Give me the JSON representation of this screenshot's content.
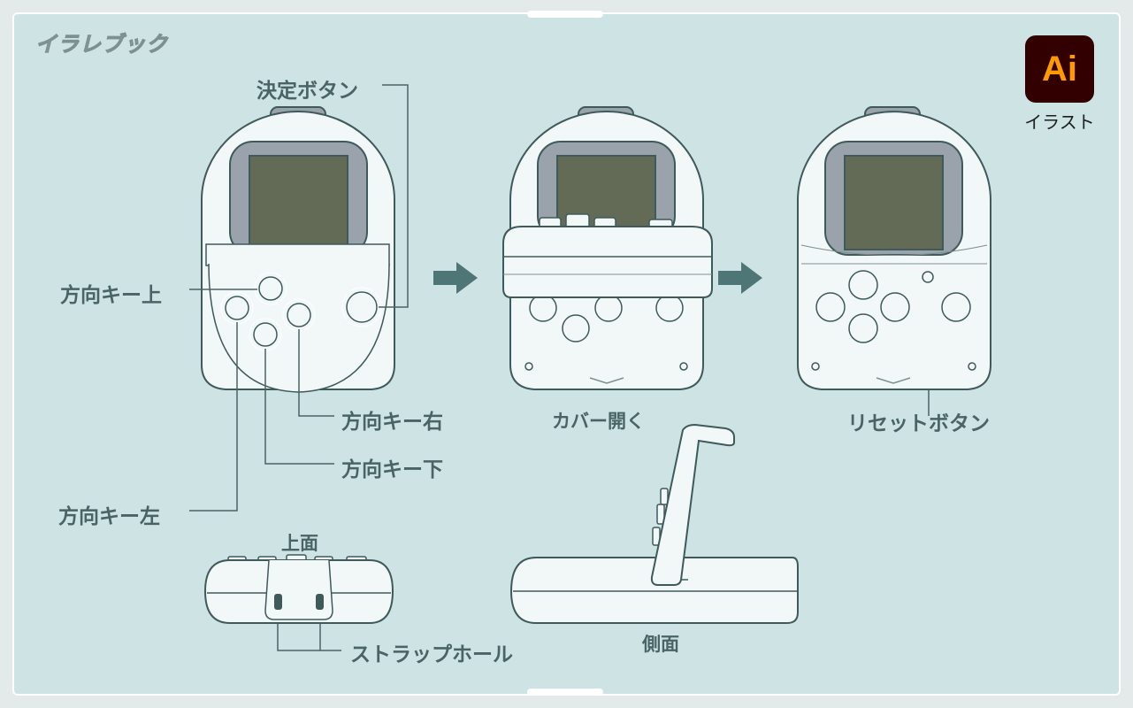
{
  "brand": "イラレブック",
  "badge": {
    "text": "Ai",
    "caption": "イラスト",
    "bg": "#330000",
    "fg": "#ff9a00"
  },
  "labels": {
    "decide": "決定ボタン",
    "up": "方向キー上",
    "right": "方向キー右",
    "down": "方向キー下",
    "left": "方向キー左",
    "reset": "リセットボタン",
    "strap": "ストラップホール"
  },
  "captions": {
    "open_cover": "カバー開く",
    "top_view": "上面",
    "side_view": "側面"
  },
  "colors": {
    "background": "#cde3e4",
    "outline": "#3e5a5b",
    "screen": "#636b57",
    "bezel": "#9aa3ab",
    "arrow": "#4f7677"
  }
}
